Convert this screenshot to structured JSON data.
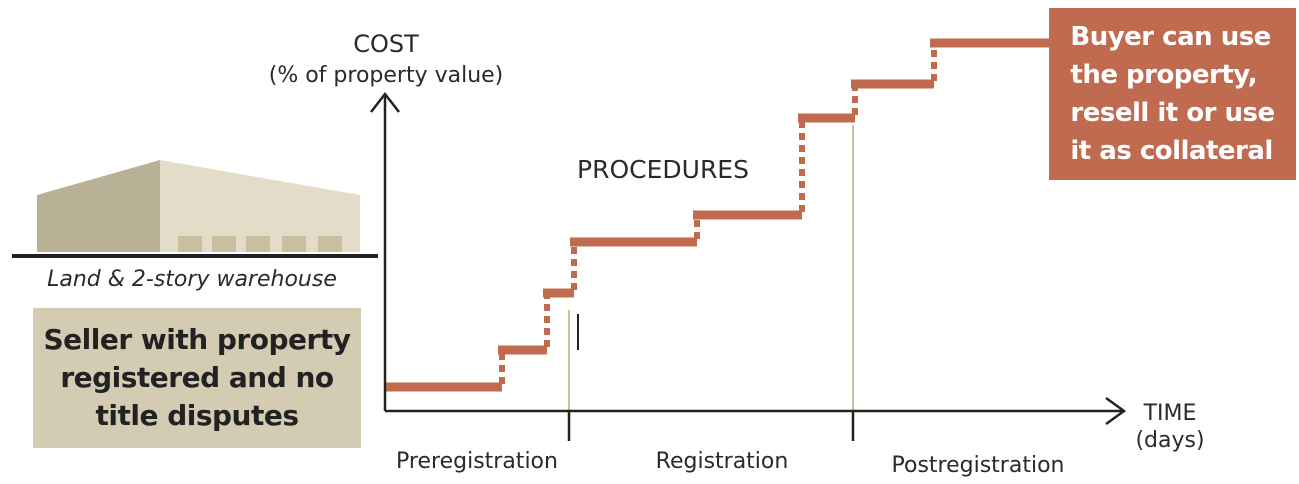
{
  "y_axis": {
    "title": "COST",
    "subtitle": "(% of property value)"
  },
  "x_axis": {
    "title": "TIME",
    "subtitle": "(days)"
  },
  "procedures_label": "PROCEDURES",
  "phases": [
    "Preregistration",
    "Registration",
    "Postregistration"
  ],
  "warehouse_caption": "Land & 2-story warehouse",
  "seller_label": "Seller with property\nregistered and no\ntitle disputes",
  "buyer_label": "Buyer can use\nthe property,\nresell it or use\nit as collateral",
  "colors": {
    "step": "#c06a4f",
    "seller_box": "#d3cbb2",
    "buyer_box": "#c06a4f",
    "divider": "#c9c29a",
    "axis": "#222222"
  },
  "icons": {
    "warehouse": "warehouse-icon"
  }
}
